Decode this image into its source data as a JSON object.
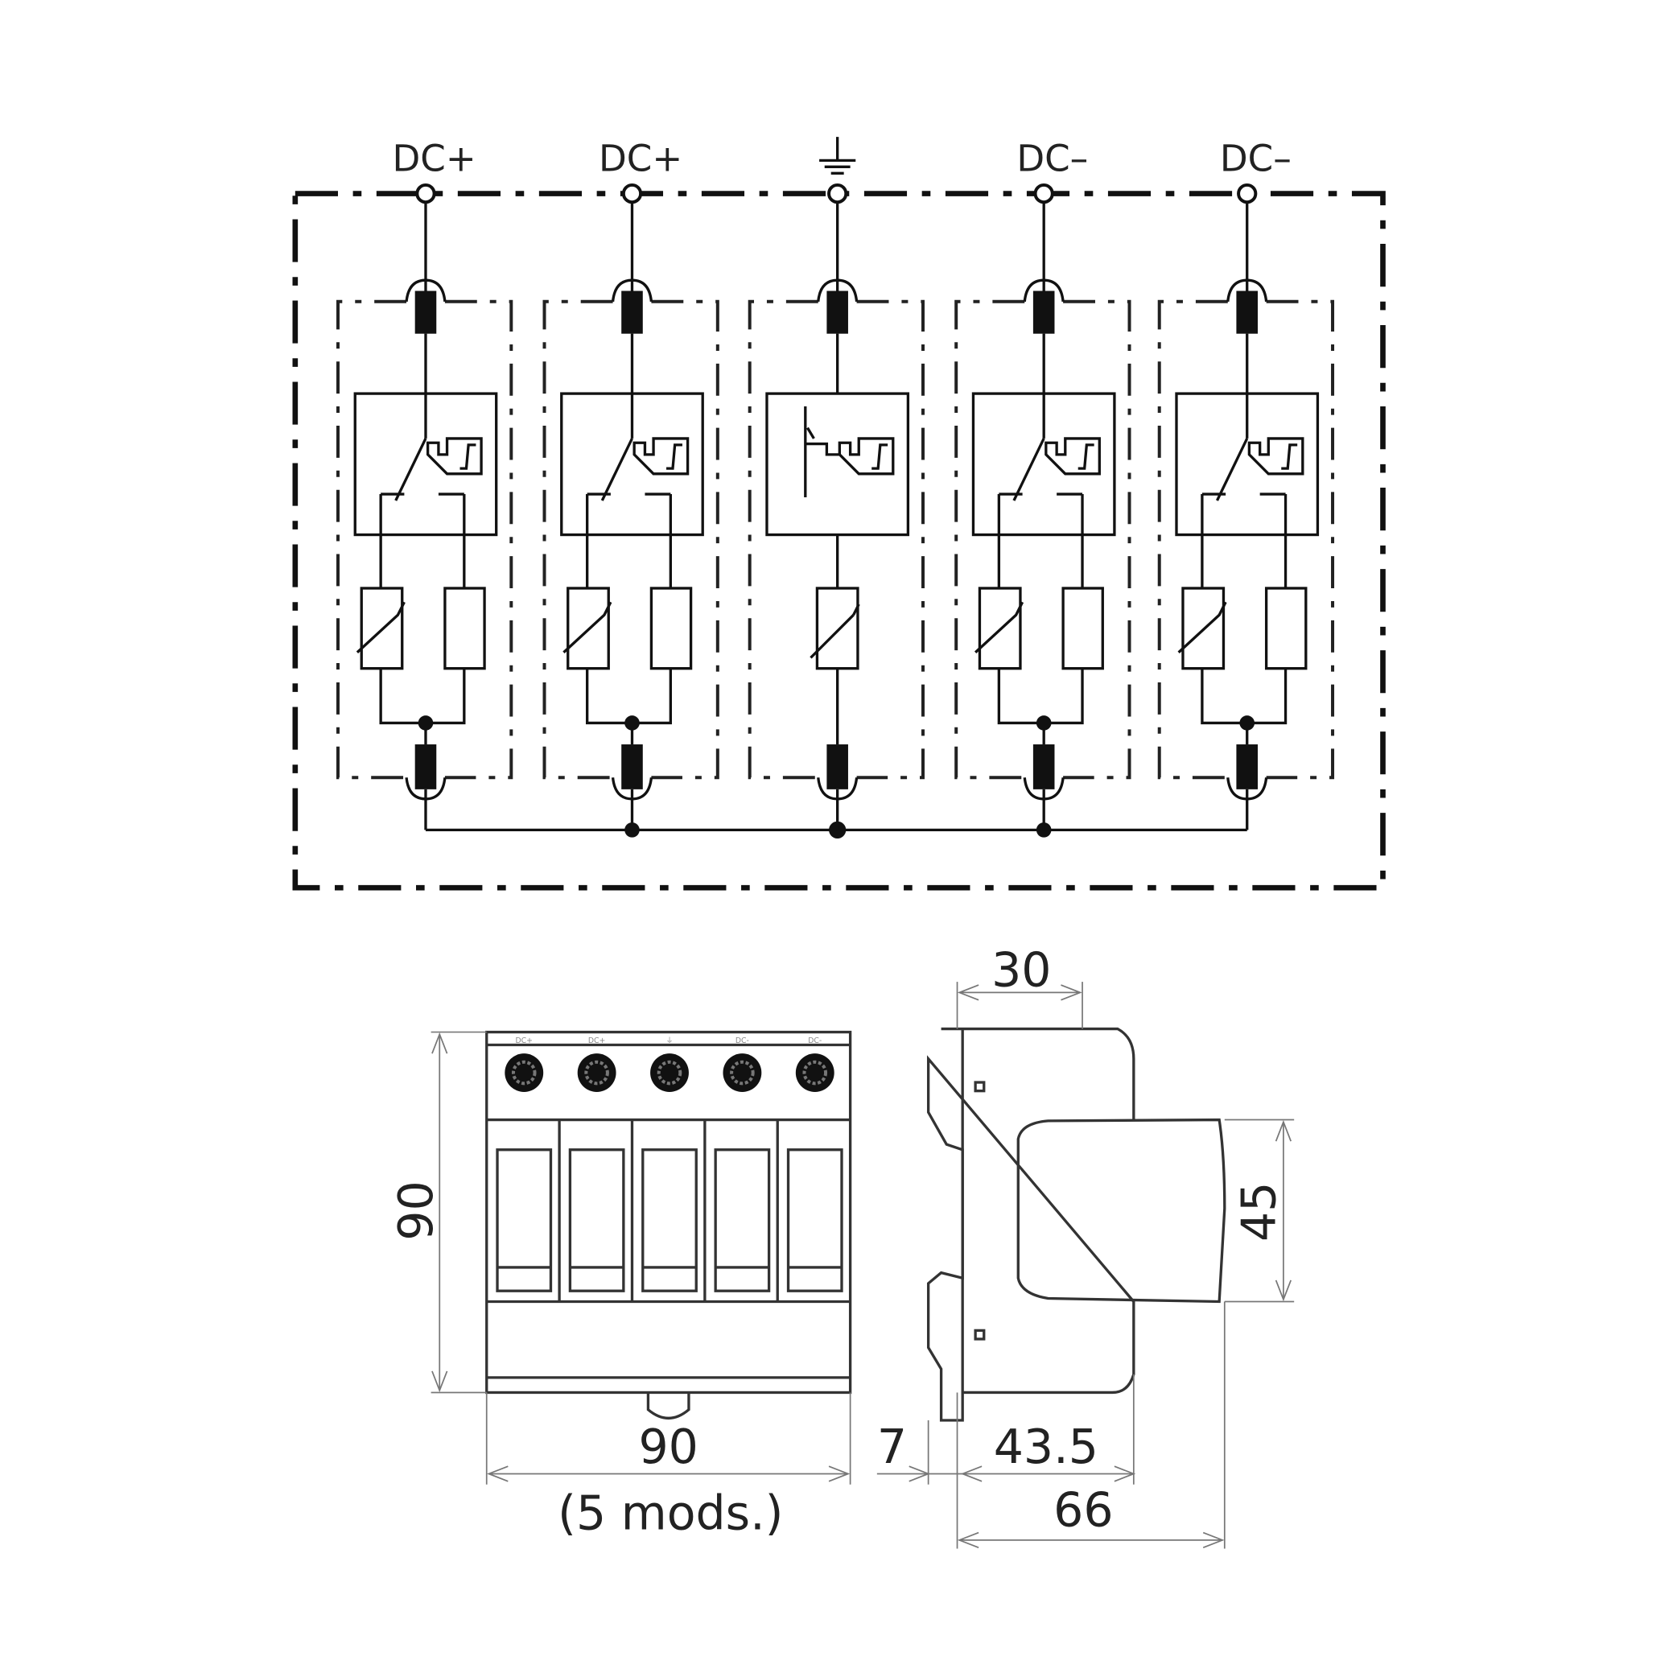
{
  "schematic": {
    "terminals": [
      {
        "label": "DC+",
        "type": "switched"
      },
      {
        "label": "DC+",
        "type": "switched"
      },
      {
        "label": "",
        "type": "earth"
      },
      {
        "label": "DC–",
        "type": "switched"
      },
      {
        "label": "DC–",
        "type": "switched"
      }
    ],
    "earth_symbol": "ground-icon"
  },
  "front_view": {
    "module_labels": [
      "DC+",
      "DC+",
      "⏚",
      "DC-",
      "DC-"
    ]
  },
  "dimensions": {
    "height": "90",
    "width": "90",
    "width_note": "(5 mods.)",
    "side_top": "30",
    "side_cover_height": "45",
    "rail_offset": "7",
    "depth_to_rail": "43.5",
    "total_depth": "66"
  }
}
